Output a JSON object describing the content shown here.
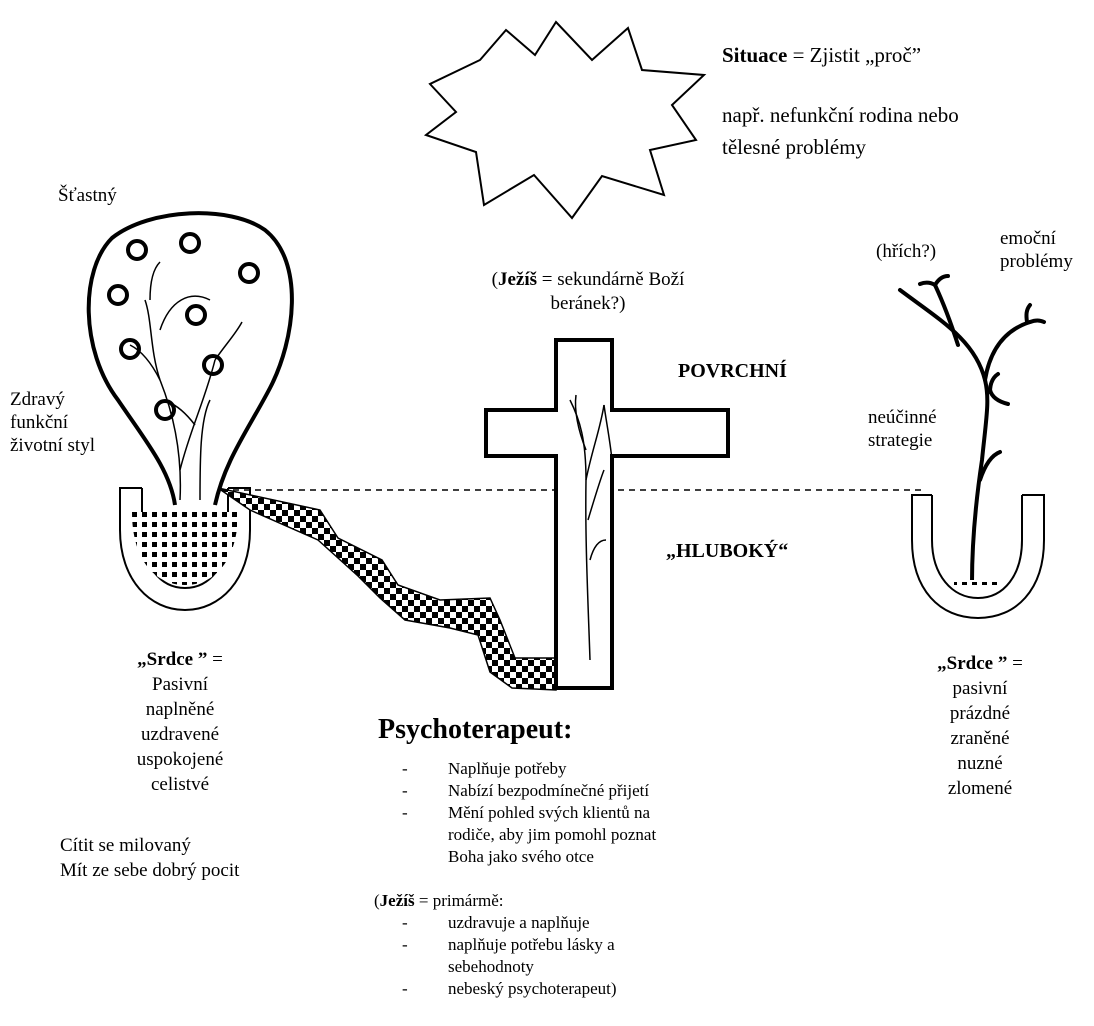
{
  "situation": {
    "title_bold": "Situace",
    "title_rest": " = Zjistit „proč”",
    "example_1": "např. nefunkční rodina nebo",
    "example_2": "tělesné problémy"
  },
  "left": {
    "happy": "Šťastný",
    "lifestyle": [
      "Zdravý",
      "funkční",
      "životní styl"
    ],
    "heart_bold": "„Srdce ”",
    "heart_eq": " =",
    "heart_states": [
      "Pasivní",
      "naplněné",
      "uzdravené",
      "uspokojené",
      "celistvé"
    ],
    "feelings": [
      "Cítit se milovaný",
      "Mít ze sebe dobrý pocit"
    ]
  },
  "center": {
    "jesus_bold": "Ježíš",
    "jesus_line1": " = sekundárně Boží",
    "jesus_line2": "beránek?)",
    "superficial": "POVRCHNÍ",
    "deep": "„HLUBOKÝ“"
  },
  "right": {
    "sin": "(hřích?)",
    "emotional": [
      "emoční",
      "problémy"
    ],
    "strategies": [
      "neúčinné",
      "strategie"
    ],
    "heart_bold": "„Srdce ”",
    "heart_eq": " =",
    "heart_states": [
      "pasivní",
      "prázdné",
      "zraněné",
      "nuzné",
      "zlomené"
    ]
  },
  "psychotherapist": {
    "title": "Psychoterapeut:",
    "items": [
      "Naplňuje potřeby",
      "Nabízí bezpodmínečné přijetí",
      "Mění pohled svých klientů na",
      "rodiče, aby jim pomohl poznat",
      "Boha jako svého otce"
    ],
    "jesus_bold": "Ježíš",
    "jesus_rest": " = primármě:",
    "jesus_items": [
      "uzdravuje a naplňuje",
      "naplňuje potřebu lásky a",
      "sebehodnoty",
      "nebeský psychoterapeut)"
    ]
  }
}
